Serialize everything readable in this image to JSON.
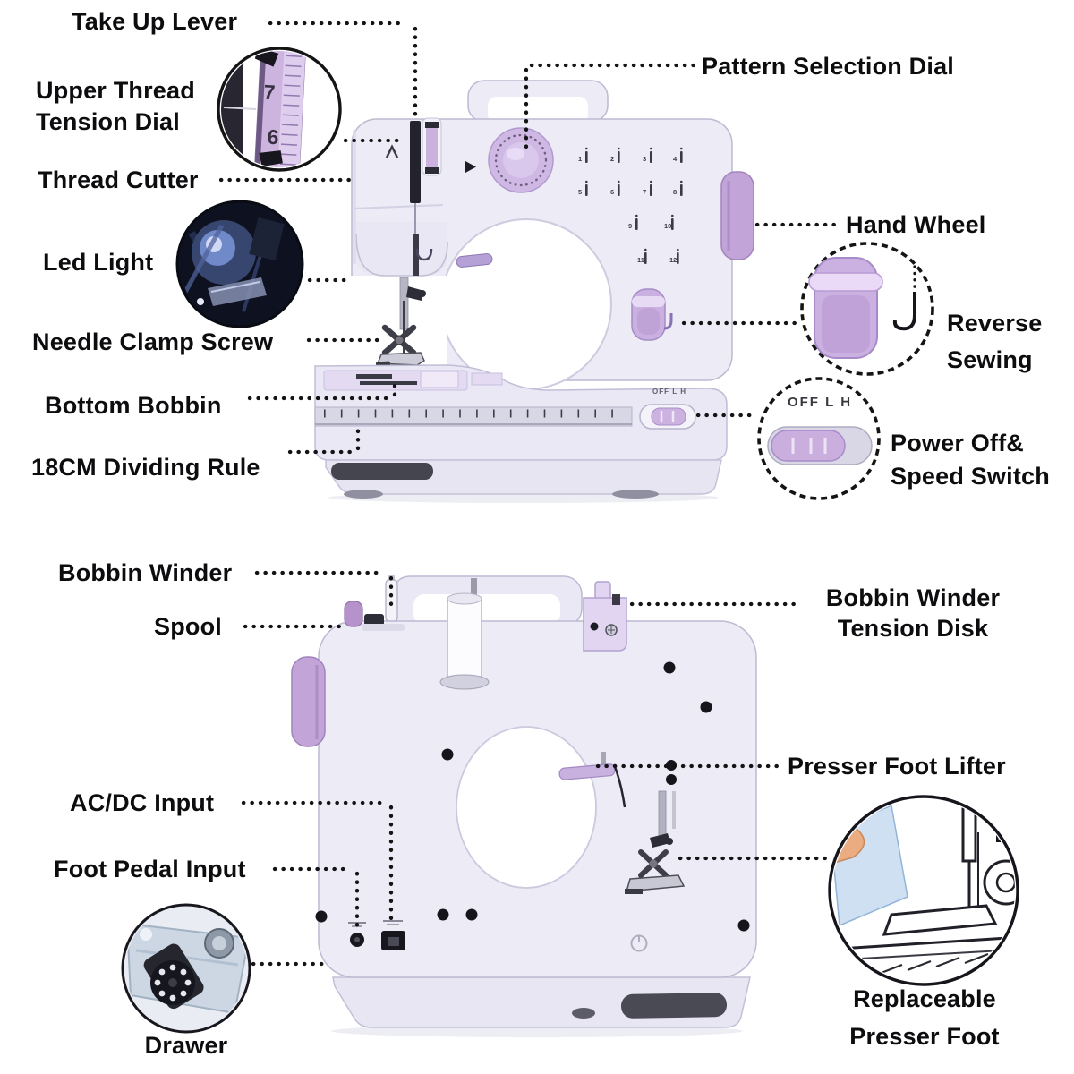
{
  "front_view": {
    "labels": {
      "take_up_lever": "Take Up Lever",
      "upper_thread_line1": "Upper Thread",
      "upper_thread_line2": "Tension Dial",
      "thread_cutter": "Thread Cutter",
      "led_light": "Led Light",
      "needle_clamp_screw": "Needle Clamp Screw",
      "bottom_bobbin": "Bottom Bobbin",
      "dividing_rule": "18CM Dividing Rule",
      "pattern_selection_dial": "Pattern Selection Dial",
      "hand_wheel": "Hand Wheel",
      "reverse_line1": "Reverse",
      "reverse_line2": "Sewing",
      "power_line1": "Power Off&",
      "power_line2": "Speed Switch"
    },
    "tension_inset_numbers": {
      "upper": "7",
      "lower": "6"
    },
    "power_inset_switch_label": "OFF L H",
    "machine_switch_label": "OFF L H",
    "pattern_numbers": [
      "1",
      "2",
      "3",
      "4",
      "5",
      "6",
      "7",
      "8",
      "9",
      "10",
      "11",
      "12"
    ]
  },
  "rear_view": {
    "labels": {
      "bobbin_winder": "Bobbin Winder",
      "spool": "Spool",
      "acdc_input": "AC/DC Input",
      "foot_pedal_input": "Foot Pedal Input",
      "drawer": "Drawer",
      "tension_disk_line1": "Bobbin Winder",
      "tension_disk_line2": "Tension Disk",
      "presser_foot_lifter": "Presser Foot Lifter",
      "replaceable_line1": "Replaceable",
      "replaceable_line2": "Presser Foot"
    }
  },
  "colors": {
    "machine_body": "#ecebf6",
    "accent_purple": "#c4a5da",
    "accent_light": "#e6d8f4",
    "leader_dots": "#141414",
    "label_text": "#0d0d0f"
  }
}
